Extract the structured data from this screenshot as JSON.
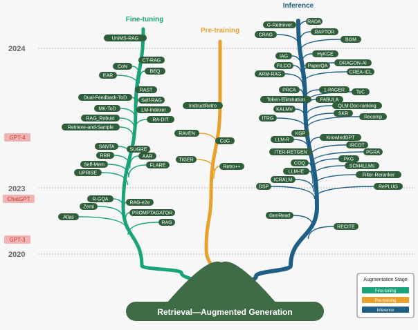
{
  "stages": {
    "fine_tuning": "Fine-tuning",
    "pre_training": "Pre-training",
    "inference": "Inference"
  },
  "years": [
    "2024",
    "2023",
    "2020"
  ],
  "milestones": [
    "GPT-4",
    "ChatGPT",
    "GPT-3"
  ],
  "root_label": "Retrieval—Augmented Generation",
  "legend": {
    "title": "Augmentation Stage",
    "items": [
      "Fine-tuning",
      "Pre-training",
      "Inference"
    ]
  },
  "colors": {
    "fine_tuning": "#1aa37a",
    "pre_training": "#e8a12a",
    "inference": "#1f5f86",
    "node": "#2f5e3a",
    "root": "#3f6b45",
    "milestone": "#f2b3b3"
  },
  "nodes": {
    "fine_tuning": [
      "UniMS-RAG",
      "CT-RAG",
      "CoN",
      "BEQ",
      "EAR",
      "RAST",
      "Dual-Feedback-ToD",
      "Self-RAG",
      "MK-ToD",
      "LM-Indexer",
      "RAG_Robust",
      "RA-DIT",
      "Retrieve-and-Sample",
      "SANTA",
      "SUGRE",
      "RRR",
      "AAR",
      "Self-Mem",
      "FLARE",
      "UPRISE",
      "R-GQA",
      "RAG-e2e",
      "Zemi",
      "PROMPTAGATOR",
      "Atlas",
      "RAG"
    ],
    "pre_training": [
      "InstructRetro",
      "RAVEN",
      "CoG",
      "TIGER",
      "Retro++"
    ],
    "inference": [
      "RADA",
      "G-Retriever",
      "RAPTOR",
      "CRAG",
      "BGM",
      "IAG",
      "HyKGE",
      "FILCO",
      "PaperQA",
      "DRAGON-AI",
      "ARM-RAG",
      "CREA-ICL",
      "PRCA",
      "1-PAGER",
      "ToC",
      "Token-Elimination",
      "FABULA",
      "KALMV",
      "QLM-Doc-ranking",
      "ITRG",
      "SKR",
      "Recomp",
      "KGP",
      "KnowledGPT",
      "LLM-R",
      "IRCOT",
      "ITER-RETGEN",
      "PGRA",
      "PKG",
      "COQ",
      "SCM4LLMs",
      "LLM-IE",
      "Filter-Reranker",
      "ICRALM",
      "DSP",
      "RePLUG",
      "GenRead",
      "RECITE"
    ]
  }
}
